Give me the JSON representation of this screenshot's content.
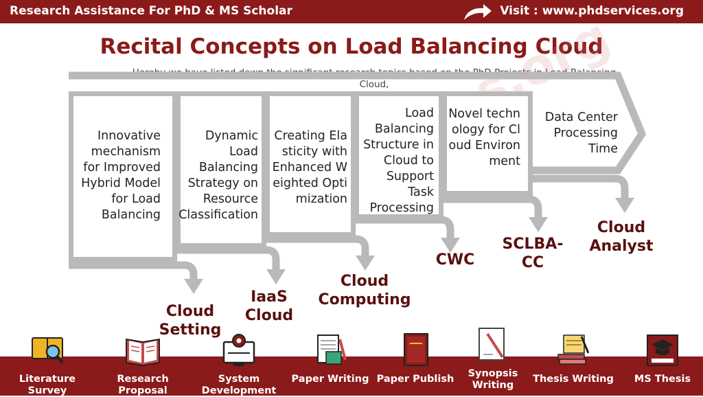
{
  "header": {
    "left_text": "Research Assistance For PhD & MS Scholar",
    "right_text": "Visit : www.phdservices.org"
  },
  "title": "Recital Concepts on Load Balancing Cloud",
  "subtitle": "Hereby we have listed down the significant research topics based on the PhD Projects in Load Balancing Cloud,",
  "watermark": "PhDservices.org",
  "steps": [
    {
      "text": "Innovative mechanism for Improved Hybrid Model for Load Balancing",
      "label": "Cloud Setting"
    },
    {
      "text": "Dynamic Load Balancing Strategy on Resource Classification",
      "label": "IaaS Cloud"
    },
    {
      "text": "Creating Elasticity with Enhanced Weighted Optimization",
      "label": "Cloud Computing"
    },
    {
      "text": "Load Balancing Structure in Cloud to Support Task Processing",
      "label": "CWC"
    },
    {
      "text": "Novel technology for Cloud Environment",
      "label": "SCLBA-CC"
    },
    {
      "text": "Data Center Processing Time",
      "label": "Cloud Analyst"
    }
  ],
  "bottom_nav": [
    {
      "label": "Literature Survey",
      "icon": "literature-survey-icon"
    },
    {
      "label": "Research Proposal",
      "icon": "research-proposal-icon"
    },
    {
      "label": "System Development",
      "icon": "system-development-icon"
    },
    {
      "label": "Paper Writing",
      "icon": "paper-writing-icon"
    },
    {
      "label": "Paper Publish",
      "icon": "paper-publish-icon"
    },
    {
      "label": "Synopsis Writing",
      "icon": "synopsis-writing-icon"
    },
    {
      "label": "Thesis Writing",
      "icon": "thesis-writing-icon"
    },
    {
      "label": "MS Thesis",
      "icon": "ms-thesis-icon"
    }
  ],
  "colors": {
    "brand": "#8b1a1a",
    "label_text": "#5a1010",
    "border_gray": "#b9b9b9"
  }
}
